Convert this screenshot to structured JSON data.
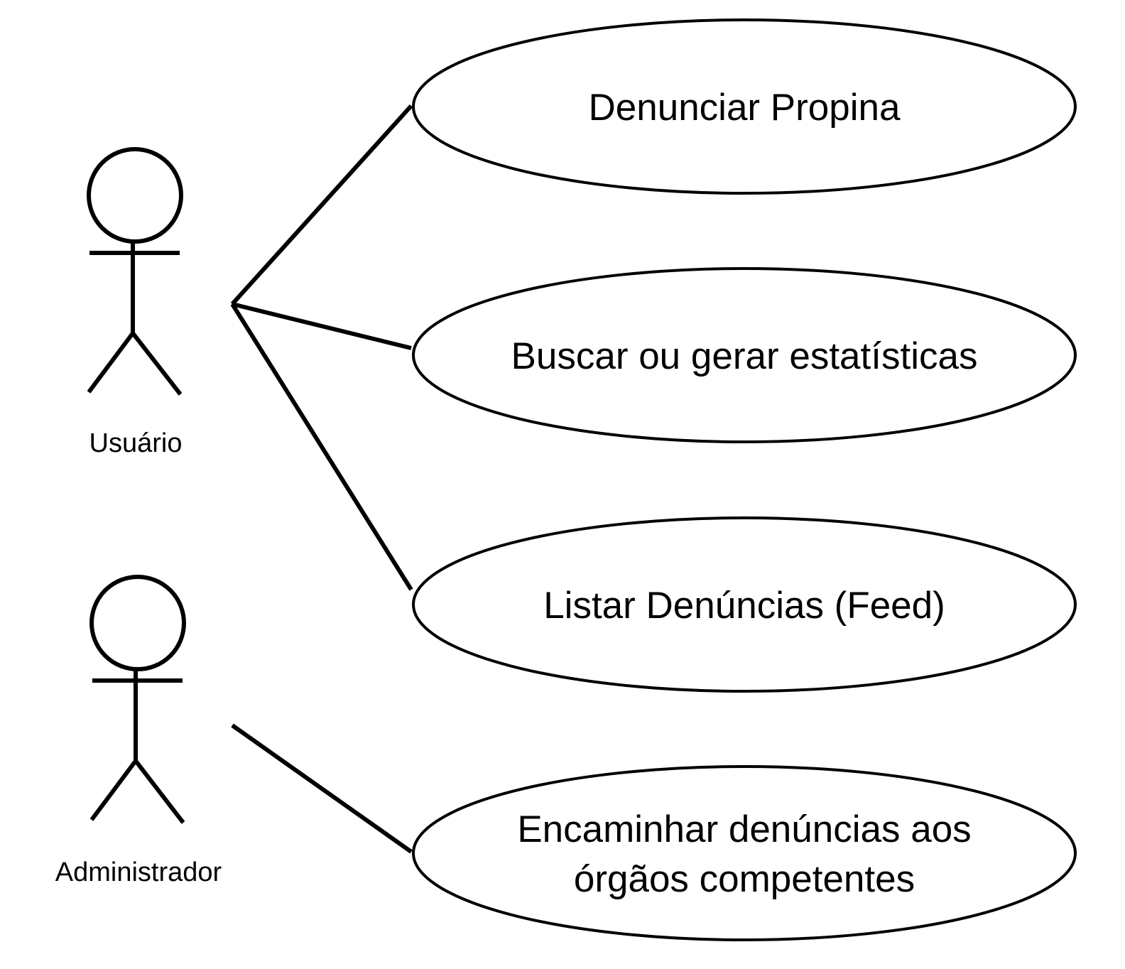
{
  "diagram": {
    "actors": [
      {
        "id": "usuario",
        "label": "Usuário"
      },
      {
        "id": "administrador",
        "label": "Administrador"
      }
    ],
    "use_cases": [
      {
        "id": "uc1",
        "lines": [
          "Denunciar Propina"
        ]
      },
      {
        "id": "uc2",
        "lines": [
          "Buscar ou gerar estatísticas"
        ]
      },
      {
        "id": "uc3",
        "lines": [
          "Listar Denúncias (Feed)"
        ]
      },
      {
        "id": "uc4",
        "lines": [
          "Encaminhar denúncias aos",
          "órgãos competentes"
        ]
      }
    ],
    "associations": [
      {
        "from": "usuario",
        "to": "uc1"
      },
      {
        "from": "usuario",
        "to": "uc2"
      },
      {
        "from": "usuario",
        "to": "uc3"
      },
      {
        "from": "administrador",
        "to": "uc4"
      }
    ]
  }
}
